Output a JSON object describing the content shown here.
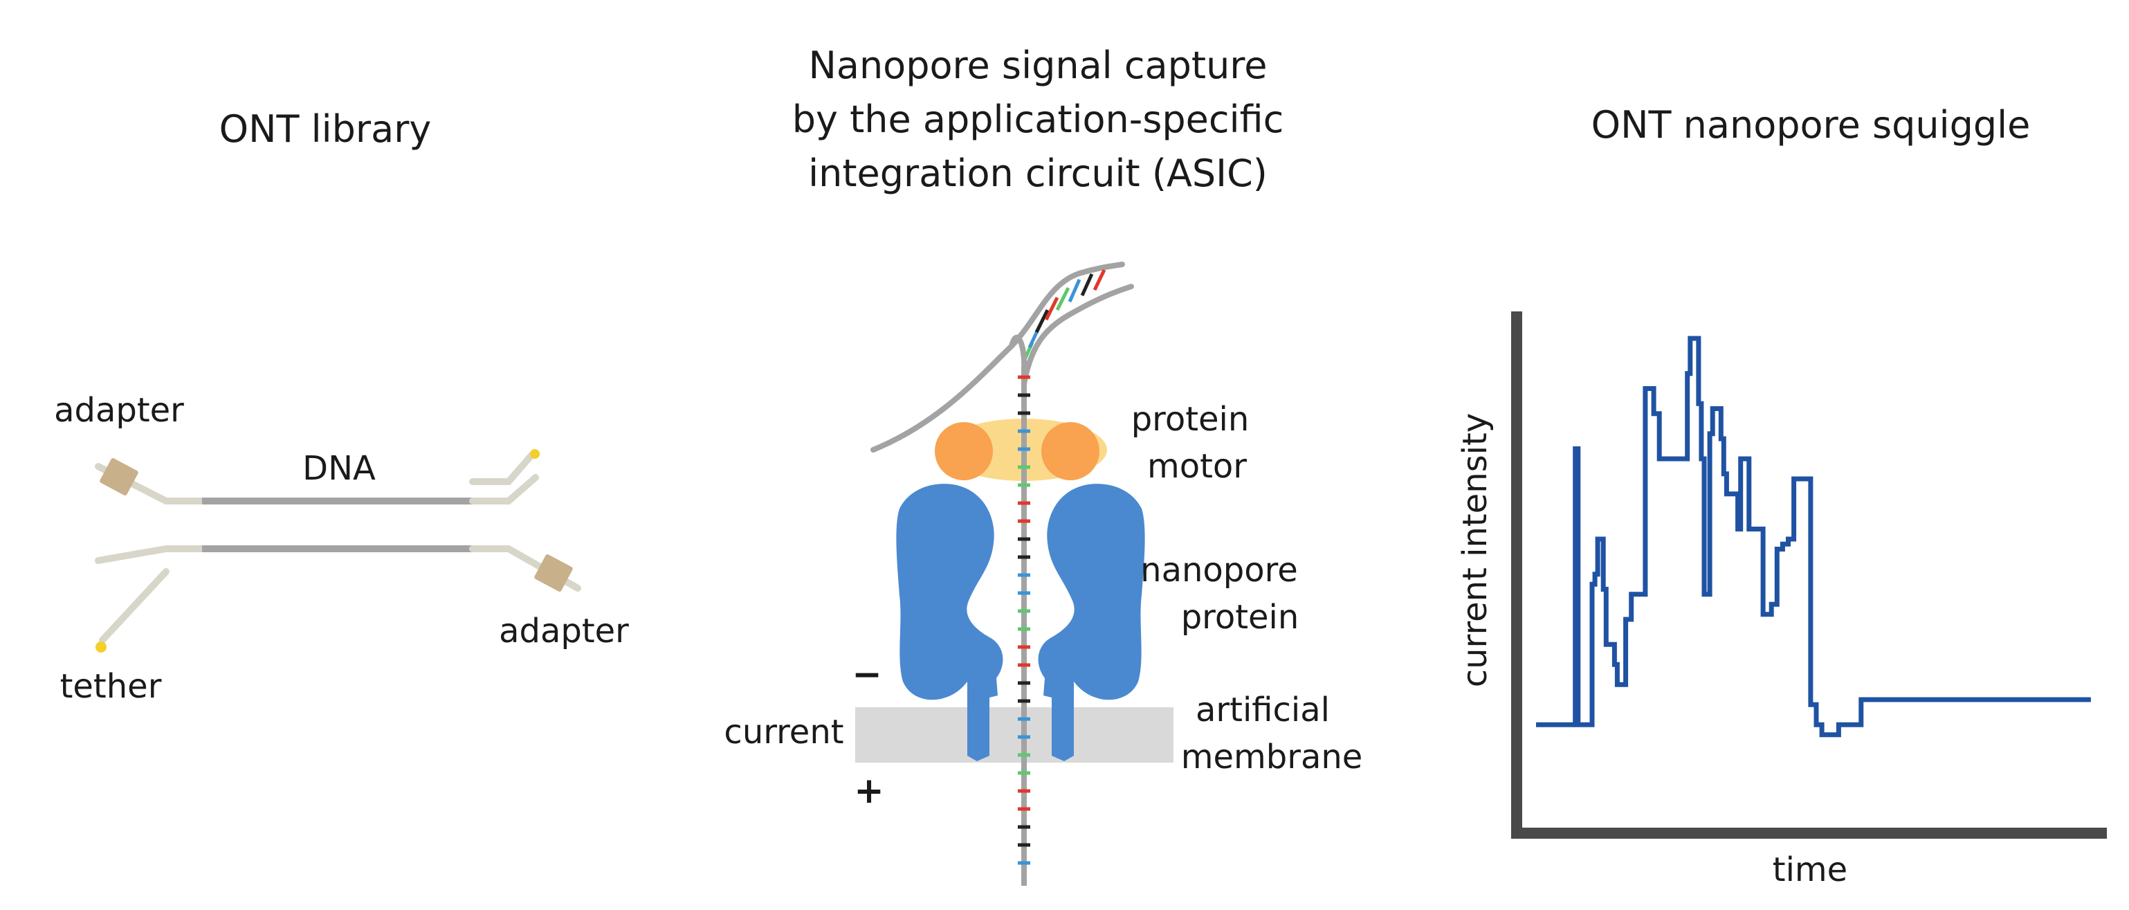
{
  "panels": {
    "library": {
      "title": "ONT library",
      "labels": {
        "adapter_top": "adapter",
        "dna": "DNA",
        "adapter_bottom": "adapter",
        "tether": "tether"
      }
    },
    "asic": {
      "title_lines": [
        "Nanopore signal capture",
        "by the application-specific",
        "integration circuit (ASIC)"
      ],
      "labels": {
        "protein_motor_1": "protein",
        "protein_motor_2": "motor",
        "nanopore_protein_1": "nanopore",
        "nanopore_protein_2": "protein",
        "current": "current",
        "membrane_1": "artificial",
        "membrane_2": "membrane",
        "minus": "−",
        "plus": "+"
      }
    },
    "squiggle": {
      "title": "ONT nanopore squiggle",
      "ylabel": "current intensity",
      "xlabel": "time"
    }
  },
  "colors": {
    "dna_strand": "#a3a3a3",
    "backbone": "#d8d6c8",
    "adapter": "#c8b08a",
    "tether_dot": "#f2cf2b",
    "motor_light": "#fbd98a",
    "motor": "#f9a24f",
    "pore": "#4a89d0",
    "membrane": "#d9d9d9",
    "trace": "#1f52a3",
    "axes": "#4a4a4a",
    "bases": [
      "#e0382c",
      "#5cc96b",
      "#3a94d8",
      "#222222"
    ]
  },
  "chart_data": {
    "type": "line",
    "title": "ONT nanopore squiggle",
    "xlabel": "time",
    "ylabel": "current intensity",
    "step": true,
    "grid": false,
    "xlim": [
      0,
      100
    ],
    "ylim": [
      0,
      100
    ],
    "x": [
      0,
      7,
      7.5,
      10,
      10.5,
      11,
      12,
      12.5,
      14,
      14.5,
      16,
      17,
      19,
      19.5,
      21,
      22,
      27,
      27.5,
      29,
      29.5,
      30,
      31,
      31.5,
      32,
      33,
      33.5,
      34,
      36,
      36.5,
      38,
      38.5,
      40,
      40.5,
      42,
      43,
      44,
      45,
      46,
      47,
      49,
      50,
      51,
      52,
      54,
      58,
      60,
      61,
      63,
      64,
      70,
      71,
      76,
      79,
      81,
      82,
      89,
      89.5,
      92.3,
      97
    ],
    "y": [
      19,
      74,
      19,
      47,
      49,
      56,
      46,
      35,
      31,
      27,
      40,
      45,
      45,
      86,
      81,
      72,
      89,
      96,
      83,
      72,
      45,
      77,
      82,
      82,
      76,
      69,
      65,
      58,
      72,
      58,
      58,
      58,
      41,
      43,
      54,
      55,
      56,
      68,
      68,
      23,
      19,
      17,
      17,
      19,
      24,
      24,
      24,
      24,
      24,
      24,
      24,
      24,
      24,
      24,
      24,
      24,
      24,
      24,
      24
    ]
  }
}
